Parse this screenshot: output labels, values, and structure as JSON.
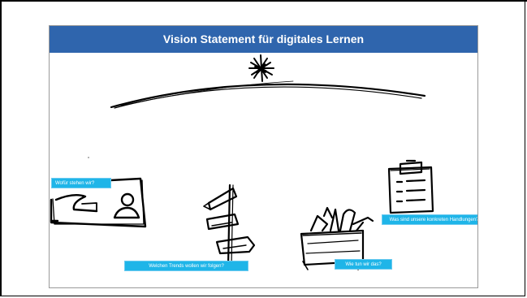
{
  "slide": {
    "title": "Vision Statement für digitales Lernen"
  },
  "labels": {
    "wofuer": "Wofür stehen wir?",
    "trends": "Welchen Trends wollen wir folgen?",
    "wie": "Wie tun wir das?",
    "was": "Was sind unsere konkreten Handlungen?"
  },
  "colors": {
    "title_bar": "#2f65ad",
    "label_bg": "#1fb5e8",
    "sketch_ink": "#000000"
  },
  "icons": [
    "star-icon",
    "horizon-line",
    "portrait-frame-icon",
    "signpost-icon",
    "toolbox-icon",
    "clipboard-checklist-icon"
  ]
}
